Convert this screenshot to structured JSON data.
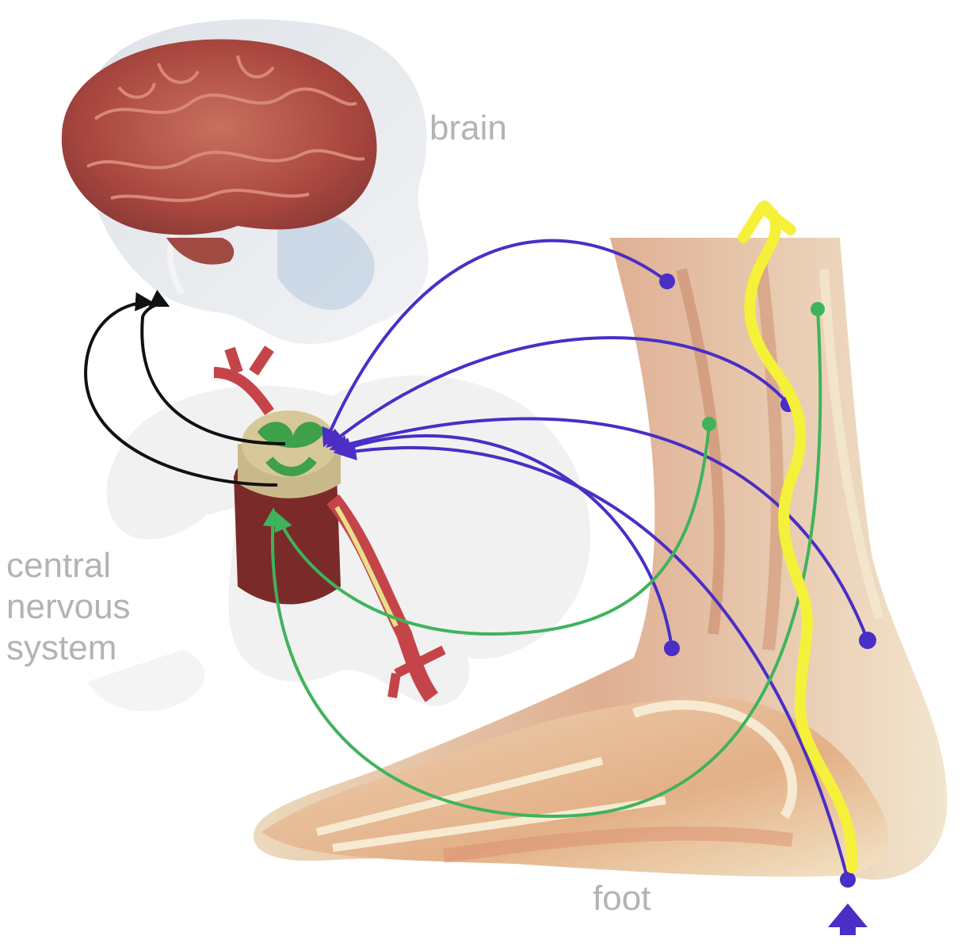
{
  "labels": {
    "brain": "brain",
    "cns": [
      "central",
      "nervous",
      "system"
    ],
    "foot": "foot"
  },
  "colors": {
    "motor_pathway": "#4a2ec6",
    "sensory_pathway": "#3fb35c",
    "ascending_signal": "#f5f03a",
    "brain_pathway": "#111111",
    "brain_tissue": "#b8574c",
    "label_text": "#b3b3b3",
    "blood_vessel": "#c4444a"
  },
  "icons": [
    "brain-illustration",
    "skull-icon",
    "spinal-cord-section-icon",
    "vertebra-icon",
    "leg-foot-anatomy-icon",
    "arrow-up-icon"
  ]
}
